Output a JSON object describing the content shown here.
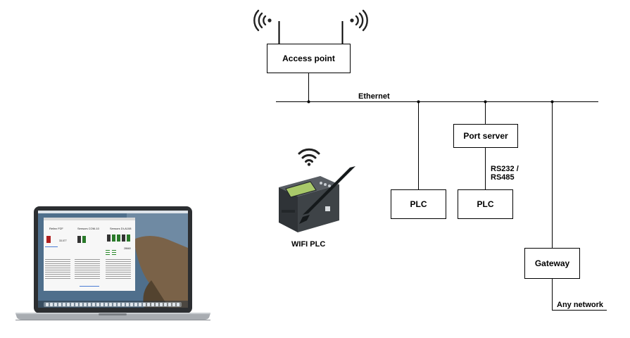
{
  "nodes": {
    "access_point": "Access point",
    "port_server": "Port server",
    "plc_left": "PLC",
    "plc_right": "PLC",
    "gateway": "Gateway"
  },
  "labels": {
    "ethernet": "Ethernet",
    "rs232": "RS232 /",
    "rs485": "RS485",
    "wifi_plc": "WIFI PLC",
    "any_network": "Any network"
  },
  "laptop_screen": {
    "title_left": "Relinx PZF",
    "title_mid": "Sensors COM-10",
    "title_right": "Sensors DI-A108",
    "value_a": "33.077",
    "value_b": "28660"
  },
  "colors": {
    "line": "#000000",
    "wifi_icon": "#222222",
    "ocean": "#3a6a9a"
  }
}
